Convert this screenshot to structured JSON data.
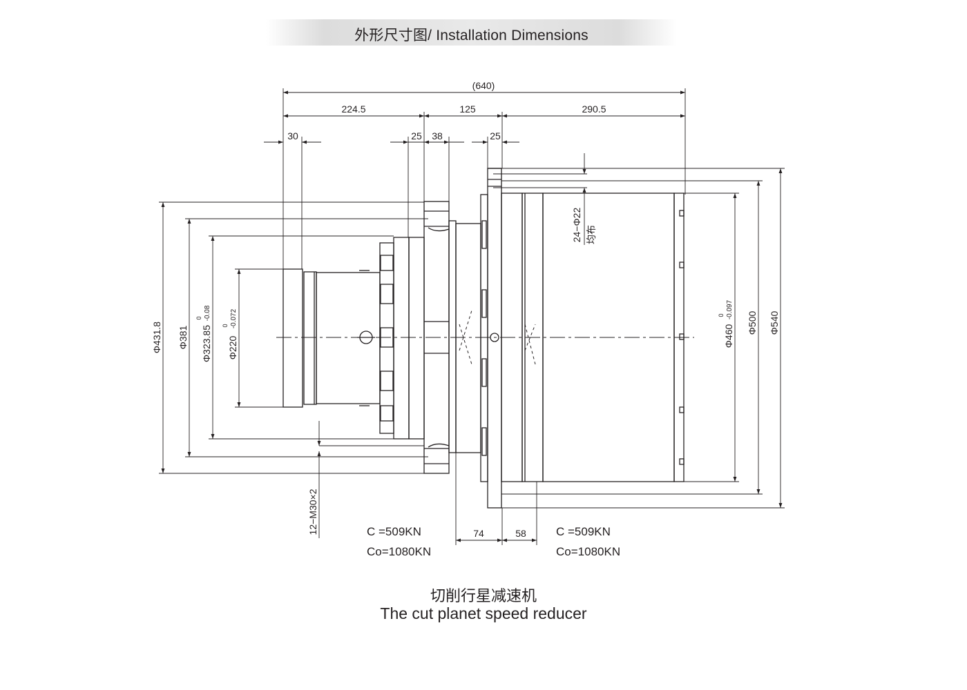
{
  "header": {
    "title": "外形尺寸图/ Installation Dimensions"
  },
  "dimensions": {
    "overall": "(640)",
    "seg1": "224.5",
    "seg2": "125",
    "seg3": "290.5",
    "d30": "30",
    "d25a": "25",
    "d38": "38",
    "d25b": "25",
    "d74": "74",
    "d58": "58",
    "dia431": "Φ431.8",
    "dia381": "Φ381",
    "dia323": "Φ323.85",
    "dia323_tol_upper": "0",
    "dia323_tol_lower": "-0.08",
    "dia220": "Φ220",
    "dia220_tol_upper": "0",
    "dia220_tol_lower": "-0.072",
    "dia460": "Φ460",
    "dia460_tol_upper": "0",
    "dia460_tol_lower": "-0.097",
    "dia500": "Φ500",
    "dia540": "Φ540",
    "holes_right": "24−Φ22",
    "holes_right_note": "均布",
    "holes_left": "12−M30×2"
  },
  "bearings": {
    "left_c": "C  =509KN",
    "left_co": "Co=1080KN",
    "right_c": "C  =509KN",
    "right_co": "Co=1080KN"
  },
  "caption": {
    "cn": "切削行星减速机",
    "en": "The cut planet speed reducer"
  }
}
